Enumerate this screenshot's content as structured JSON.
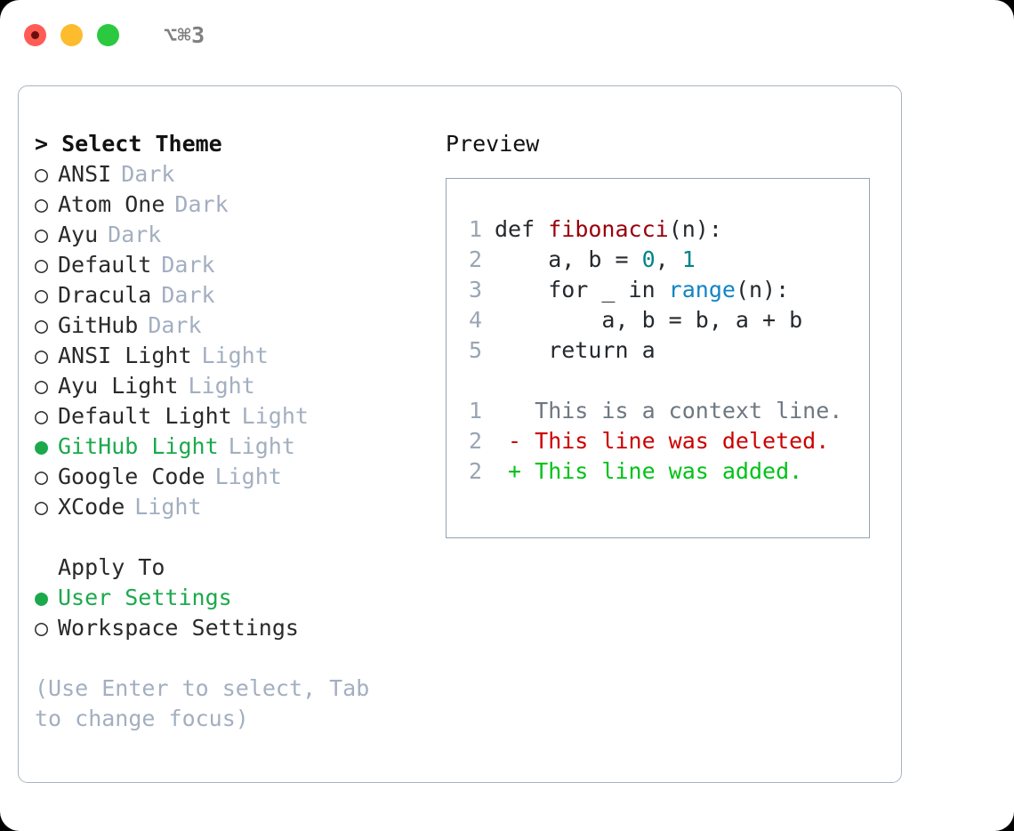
{
  "titlebar": {
    "dots": [
      {
        "name": "close-button",
        "color": "#FF5C55"
      },
      {
        "name": "minimize-button",
        "color": "#FDBC2E"
      },
      {
        "name": "maximize-button",
        "color": "#2BC940"
      }
    ],
    "shortcut": "⌥⌘3"
  },
  "theme_list": {
    "header": "> Select Theme",
    "selected_marker": "●",
    "unselected_marker": "○",
    "items": [
      {
        "marker": "○",
        "name": "ANSI",
        "variant": "Dark",
        "selected": false
      },
      {
        "marker": "○",
        "name": "Atom One",
        "variant": "Dark",
        "selected": false
      },
      {
        "marker": "○",
        "name": "Ayu",
        "variant": "Dark",
        "selected": false
      },
      {
        "marker": "○",
        "name": "Default",
        "variant": "Dark",
        "selected": false
      },
      {
        "marker": "○",
        "name": "Dracula",
        "variant": "Dark",
        "selected": false
      },
      {
        "marker": "○",
        "name": "GitHub",
        "variant": "Dark",
        "selected": false
      },
      {
        "marker": "○",
        "name": "ANSI Light",
        "variant": "Light",
        "selected": false
      },
      {
        "marker": "○",
        "name": "Ayu Light",
        "variant": "Light",
        "selected": false
      },
      {
        "marker": "○",
        "name": "Default Light",
        "variant": "Light",
        "selected": false
      },
      {
        "marker": "●",
        "name": "GitHub Light",
        "variant": "Light",
        "selected": true
      },
      {
        "marker": "○",
        "name": "Google Code",
        "variant": "Light",
        "selected": false
      },
      {
        "marker": "○",
        "name": "XCode",
        "variant": "Light",
        "selected": false
      }
    ]
  },
  "apply_to": {
    "header": "Apply To",
    "items": [
      {
        "marker": "●",
        "label": "User Settings",
        "selected": true
      },
      {
        "marker": "○",
        "label": "Workspace Settings",
        "selected": false
      }
    ]
  },
  "hint": "(Use Enter to select, Tab to change focus)",
  "preview": {
    "title": "Preview",
    "code_lines": [
      {
        "lineno": "1",
        "tokens": [
          {
            "text": "def ",
            "type": "plain"
          },
          {
            "text": "fibonacci",
            "type": "func"
          },
          {
            "text": "(n):",
            "type": "plain"
          }
        ]
      },
      {
        "lineno": "2",
        "tokens": [
          {
            "text": "    a, b = ",
            "type": "plain"
          },
          {
            "text": "0",
            "type": "num"
          },
          {
            "text": ", ",
            "type": "plain"
          },
          {
            "text": "1",
            "type": "num"
          }
        ]
      },
      {
        "lineno": "3",
        "tokens": [
          {
            "text": "    for _ in ",
            "type": "plain"
          },
          {
            "text": "range",
            "type": "builtin"
          },
          {
            "text": "(n):",
            "type": "plain"
          }
        ]
      },
      {
        "lineno": "4",
        "tokens": [
          {
            "text": "        a, b = b, a + b",
            "type": "plain"
          }
        ]
      },
      {
        "lineno": "5",
        "tokens": [
          {
            "text": "    return a",
            "type": "plain"
          }
        ]
      }
    ],
    "diff_lines": [
      {
        "lineno": "1",
        "tokens": [
          {
            "text": "   This is a context line.",
            "type": "context"
          }
        ]
      },
      {
        "lineno": "2",
        "tokens": [
          {
            "text": " - This line was deleted.",
            "type": "del"
          }
        ]
      },
      {
        "lineno": "2",
        "tokens": [
          {
            "text": " + This line was added.",
            "type": "add"
          }
        ]
      }
    ]
  },
  "colors": {
    "accent_green": "#1BA94C",
    "muted": "#A3AFC0",
    "border": "#A9B4C2",
    "preview_border": "#94A3B4",
    "func_red": "#99000B",
    "builtin_blue": "#1184C4",
    "number_teal": "#00838A",
    "diff_delete": "#CC0000",
    "diff_add": "#00C217"
  }
}
